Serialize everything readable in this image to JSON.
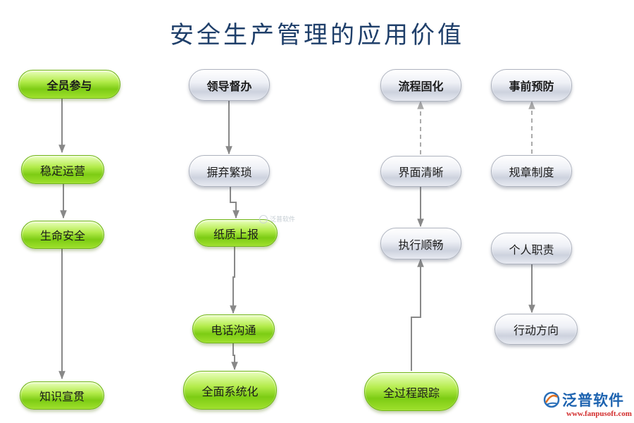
{
  "title": "安全生产管理的应用价值",
  "nodes": {
    "quanyuan": "全员参与",
    "wending": "稳定运营",
    "shengming": "生命安全",
    "zhishi": "知识宣贯",
    "lingdao": "领导督办",
    "bingqi": "摒弃繁琐",
    "zhizhi": "纸质上报",
    "dianhua": "电话沟通",
    "quanmian": "全面系统化",
    "liucheng": "流程固化",
    "jiemian": "界面清晰",
    "zhixing": "执行顺畅",
    "quanguocheng": "全过程跟踪",
    "shiqian": "事前预防",
    "guizhang": "规章制度",
    "geren": "个人职责",
    "xingdong": "行动方向"
  },
  "colors": {
    "title": "#1f3f6a",
    "green": "#8ed41e",
    "grey": "#d9dce6",
    "arrow": "#888888",
    "arrow_dashed": "#aaaaaa"
  },
  "watermark": "泛普软件",
  "logo": {
    "name": "泛普软件",
    "url": "www.fanpusoft.com"
  }
}
